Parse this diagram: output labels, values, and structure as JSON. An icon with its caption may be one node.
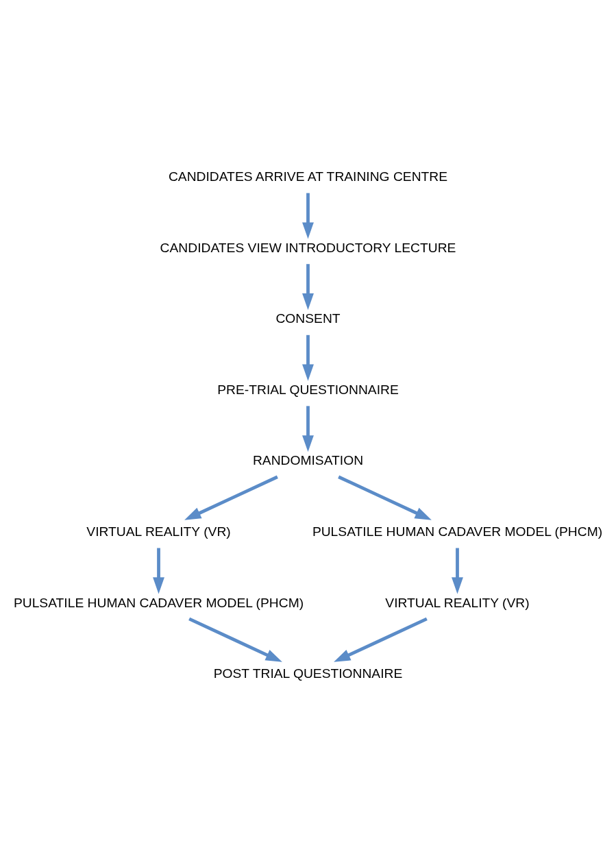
{
  "diagram": {
    "nodes": [
      {
        "text": [
          "CANDIDATES ARRIVE AT TRAINING CENTRE"
        ]
      },
      {
        "text": [
          "CANDIDATES VIEW INTRODUCTORY LECTURE"
        ]
      },
      {
        "text": [
          "CONSENT"
        ]
      },
      {
        "text": [
          "PRE-TRIAL QUESTIONNAIRE"
        ]
      },
      {
        "text": [
          "RANDOMISATION"
        ]
      },
      {
        "text": [
          "VIRTUAL REALITY (VR)"
        ]
      },
      {
        "text": [
          "PULSATILE HUMAN CADAVER MODEL (PHCM)"
        ]
      },
      {
        "text": [
          "PULSATILE HUMAN CADAVER MODEL (PHCM)"
        ]
      },
      {
        "text": [
          "VIRTUAL REALITY (VR)"
        ]
      },
      {
        "text": [
          "POST TRIAL QUESTIONNAIRE"
        ]
      }
    ],
    "edges": [
      {
        "from": 0,
        "to": 1,
        "arrow": "to"
      },
      {
        "from": 1,
        "to": 2,
        "arrow": "to"
      },
      {
        "from": 2,
        "to": 3,
        "arrow": "to"
      },
      {
        "from": 3,
        "to": 4,
        "arrow": "to"
      },
      {
        "from": 4,
        "to": 5,
        "arrow": "to"
      },
      {
        "from": 4,
        "to": 6,
        "arrow": "to"
      },
      {
        "from": 5,
        "to": 7,
        "arrow": "to"
      },
      {
        "from": 6,
        "to": 8,
        "arrow": "to"
      },
      {
        "from": 7,
        "to": 9,
        "arrow": "to"
      },
      {
        "from": 8,
        "to": 9,
        "arrow": "to"
      }
    ]
  }
}
